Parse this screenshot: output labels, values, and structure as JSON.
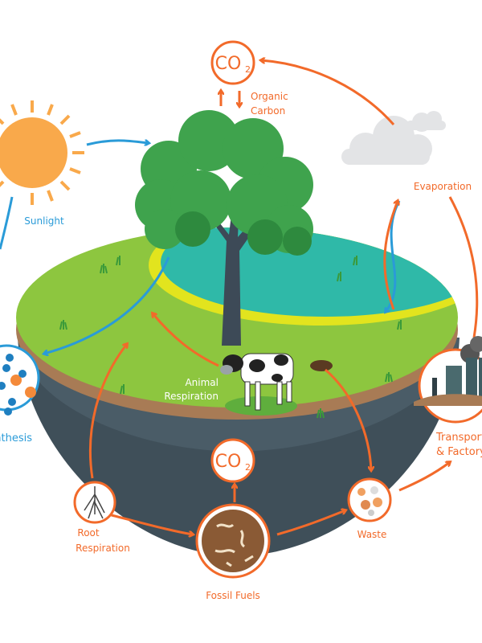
{
  "title": "Carbon Cycle",
  "labels": {
    "co2_top": "CO",
    "co2_top_sub": "2",
    "organic_carbon_1": "Organic",
    "organic_carbon_2": "Carbon",
    "sunlight": "Sunlight",
    "evaporation": "Evaporation",
    "animal_respiration_1": "Animal",
    "animal_respiration_2": "Respiration",
    "photosynthesis": "Photosynthesis",
    "transport_1": "Transport",
    "transport_2": "& Factory",
    "co2_bottom": "CO",
    "co2_bottom_sub": "2",
    "root_respiration_1": "Root",
    "root_respiration_2": "Respiration",
    "waste": "Waste",
    "fossil_fuels": "Fossil Fuels"
  },
  "colors": {
    "orange": "#f26a2a",
    "blue": "#2a9bd8",
    "grass": "#8dc63f",
    "water": "#2fb9a8",
    "soil": "#a87b55",
    "earth": "#3f4f59",
    "sun": "#f9a94b"
  }
}
